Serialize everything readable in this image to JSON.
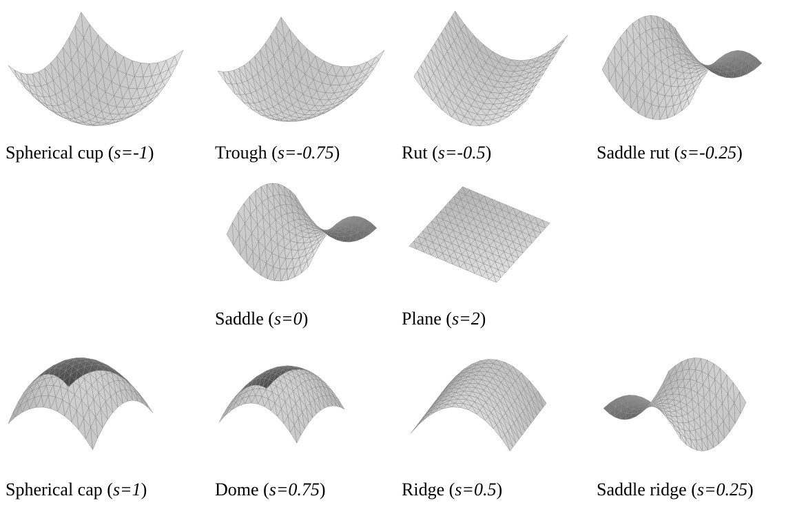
{
  "figure": {
    "panels": [
      {
        "id": "spherical-cup",
        "name": "Spherical cup",
        "param": "s=-1"
      },
      {
        "id": "trough",
        "name": "Trough",
        "param": "s=-0.75"
      },
      {
        "id": "rut",
        "name": "Rut",
        "param": "s=-0.5"
      },
      {
        "id": "saddle-rut",
        "name": "Saddle rut",
        "param": "s=-0.25"
      },
      {
        "id": "saddle",
        "name": "Saddle",
        "param": "s=0"
      },
      {
        "id": "plane",
        "name": "Plane",
        "param": "s=2"
      },
      {
        "id": "spherical-cap",
        "name": "Spherical cap",
        "param": "s=1"
      },
      {
        "id": "dome",
        "name": "Dome",
        "param": "s=0.75"
      },
      {
        "id": "ridge",
        "name": "Ridge",
        "param": "s=0.5"
      },
      {
        "id": "saddle-ridge",
        "name": "Saddle ridge",
        "param": "s=0.25"
      }
    ]
  },
  "colors": {
    "surface": "#c9c9c9",
    "surface_light": "#efefef",
    "surface_dark": "#6e6e6e",
    "mesh": "#8a8a8a",
    "edge": "#555555"
  }
}
